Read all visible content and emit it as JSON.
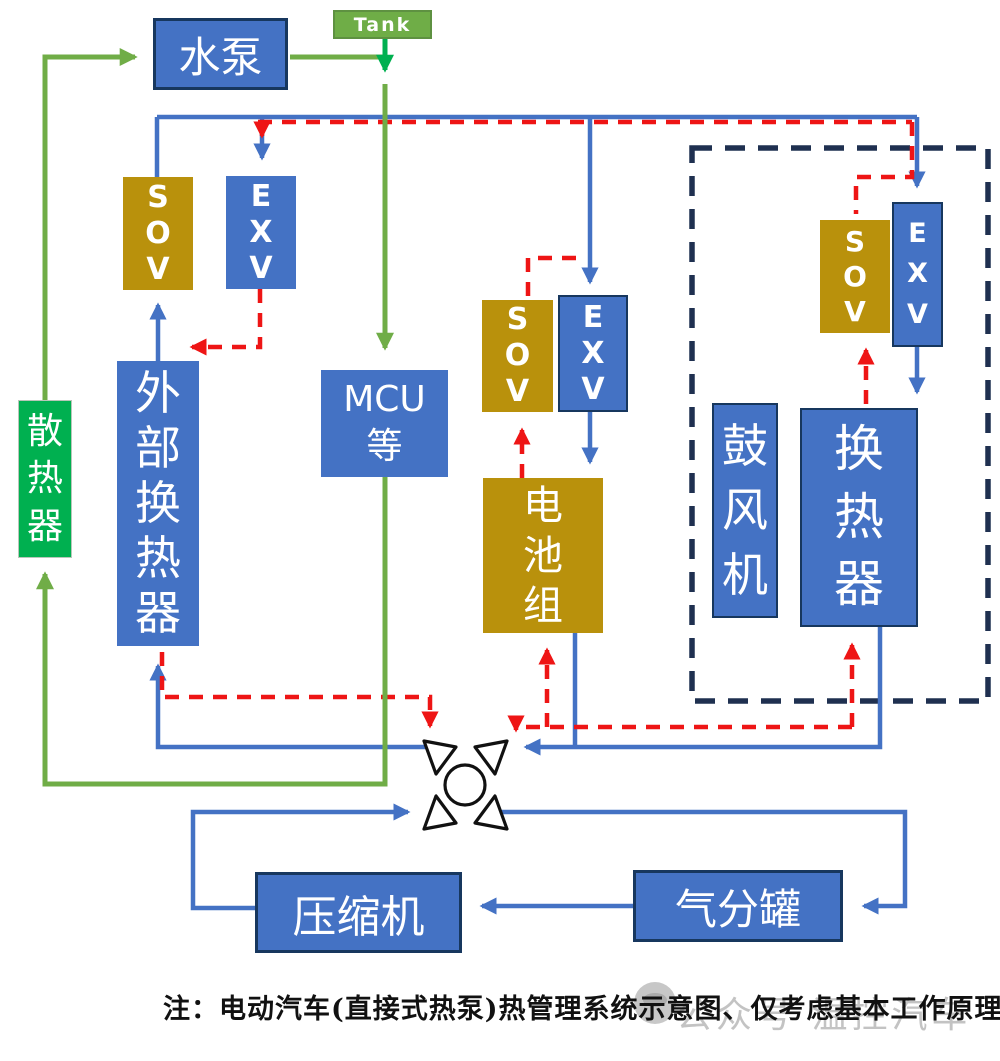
{
  "diagram": {
    "title_note": "注：电动汽车(直接式热泵)热管理系统示意图、仅考虑基本工作原理",
    "watermark": "公众号 温控汽车",
    "boxes": {
      "water_pump": {
        "label": "水泵"
      },
      "tank": {
        "label": "Tank"
      },
      "radiator": {
        "label": "散热器"
      },
      "sov_left": {
        "label": "SOV"
      },
      "exv_left": {
        "label": "EXV"
      },
      "outer_heat_exchanger": {
        "label": "外部换热器"
      },
      "mcu": {
        "label": "MCU等"
      },
      "sov_mid": {
        "label": "SOV"
      },
      "exv_mid": {
        "label": "EXV"
      },
      "battery_pack": {
        "label": "电池组"
      },
      "blower": {
        "label": "鼓风机"
      },
      "cabin_heat_exchanger": {
        "label": "换热器"
      },
      "sov_right": {
        "label": "SOV"
      },
      "exv_right": {
        "label": "EXV"
      },
      "compressor": {
        "label": "压缩机"
      },
      "gas_separator": {
        "label": "气分罐"
      }
    },
    "colors": {
      "box_blue": "#4472C4",
      "box_gold": "#B9910C",
      "box_green_bright": "#00B050",
      "box_green_olive": "#6FAD47",
      "border_navy": "#17375E",
      "line_blue": "#4472C4",
      "line_green": "#70AD47",
      "line_green_bright": "#00B050",
      "line_red": "#EE1515",
      "dashed_frame_navy": "#1F3050"
    }
  }
}
